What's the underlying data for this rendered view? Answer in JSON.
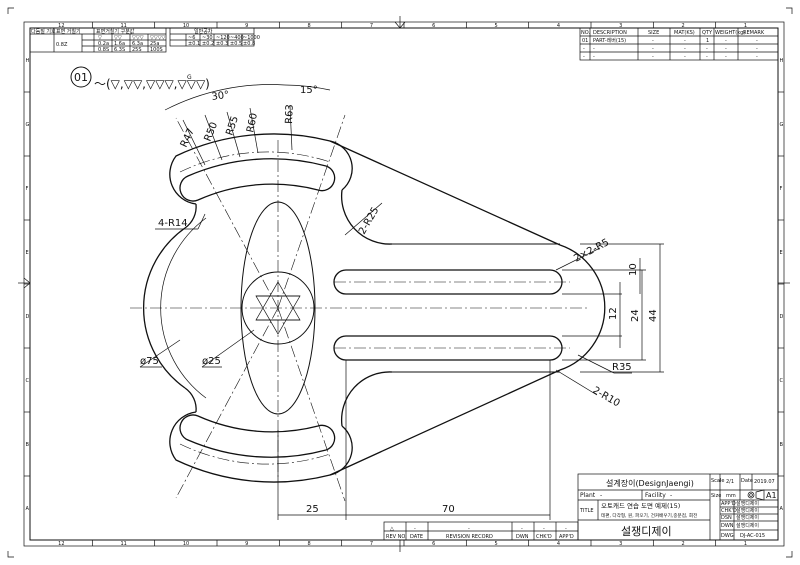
{
  "part": {
    "number": "01"
  },
  "surface_spec": {
    "text": "～(▽,▽▽,▽▽▽,▽▽▽)",
    "g_mark": "G"
  },
  "dimensions": {
    "angle_30": "30°",
    "angle_15": "15°",
    "r47": "R47",
    "r50": "R50",
    "r55": "R55",
    "r60": "R60",
    "r63": "R63",
    "r14": "4-R14",
    "r25": "2-R25",
    "r5": "2×2-R5",
    "r35": "R35",
    "r10": "2-R10",
    "d75": "ø75",
    "d25": "ø25",
    "v10": "10",
    "v12": "12",
    "v24": "24",
    "v44": "44",
    "h25": "25",
    "h70": "70"
  },
  "parts_list": {
    "headers": [
      "NO.",
      "DESCRIPTION",
      "SIZE",
      "MAT(KS)",
      "QTY",
      "WEIGHT(kg)",
      "REMARK"
    ],
    "rows": [
      [
        "01",
        "PART-레버(15)",
        "-",
        "-",
        "1",
        "-",
        "-"
      ],
      [
        "-",
        "-",
        "-",
        "-",
        "-",
        "-",
        "-"
      ],
      [
        "-",
        "-",
        "-",
        "-",
        "-",
        "-",
        "-"
      ]
    ]
  },
  "title_block": {
    "company": "설계장이(DesignJaengi)",
    "scale_label": "Scale",
    "scale": "2/1",
    "date_label": "Date",
    "date": "2019.07",
    "plant_label": "Plant",
    "plant": "-",
    "facility_label": "Facility",
    "facility": "-",
    "size_label": "Size",
    "size_unit": "mm",
    "size": "A1",
    "title_label": "TITLE",
    "title_line1": "오토캐드 연습 도면 예제(15)",
    "title_line2": "테편, 다각형, 원, 파오기, 건커배우기,중분점, 회전",
    "logo_text": "설쟁디제이",
    "approved_label": "APP'D",
    "approved": "설쟁디제이",
    "checked_label": "CHK'D",
    "checked": "설쟁디제이",
    "designed_label": "DSN",
    "designed": "설쟁디제이",
    "drawn_label": "DWN",
    "drawn": "설쟁디제이",
    "drawing_no_label": "DWG",
    "drawing_no": "DJ-AC-015"
  },
  "revision_block": {
    "headers": [
      "REV NO.",
      "DATE",
      "REVISION RECORD",
      "DWN",
      "CHK'D",
      "APP'D"
    ],
    "row": [
      "△",
      "-",
      "-",
      "-",
      "-",
      "-"
    ]
  },
  "surface_table": {
    "title": "표면거칠기 구분값",
    "left_header1": "다듬질 기호",
    "left_header2": "표면 거칠기",
    "symbols": [
      "▽",
      "▽▽",
      "▽▽▽",
      "▽▽▽▽"
    ],
    "rows": [
      [
        "0.2a",
        "1.6a",
        "6.3a",
        "25a"
      ],
      [
        "0.8S",
        "6.3S",
        "25S",
        "100S"
      ],
      [
        "0.8Z",
        "6.3Z",
        "25Z",
        "100Z"
      ]
    ],
    "tolerance_title": "일반공차",
    "tolerance_headers": [
      "~6",
      "~30",
      "~120",
      "~400",
      "~1000"
    ],
    "tolerance_values": [
      "±0.1",
      "±0.2",
      "±0.3",
      "±0.5",
      "±0.8"
    ]
  },
  "zones": {
    "columns": [
      "12",
      "11",
      "10",
      "9",
      "8",
      "7",
      "6",
      "5",
      "4",
      "3",
      "2",
      "1"
    ],
    "rows": [
      "H",
      "G",
      "F",
      "E",
      "D",
      "C",
      "B",
      "A"
    ]
  }
}
